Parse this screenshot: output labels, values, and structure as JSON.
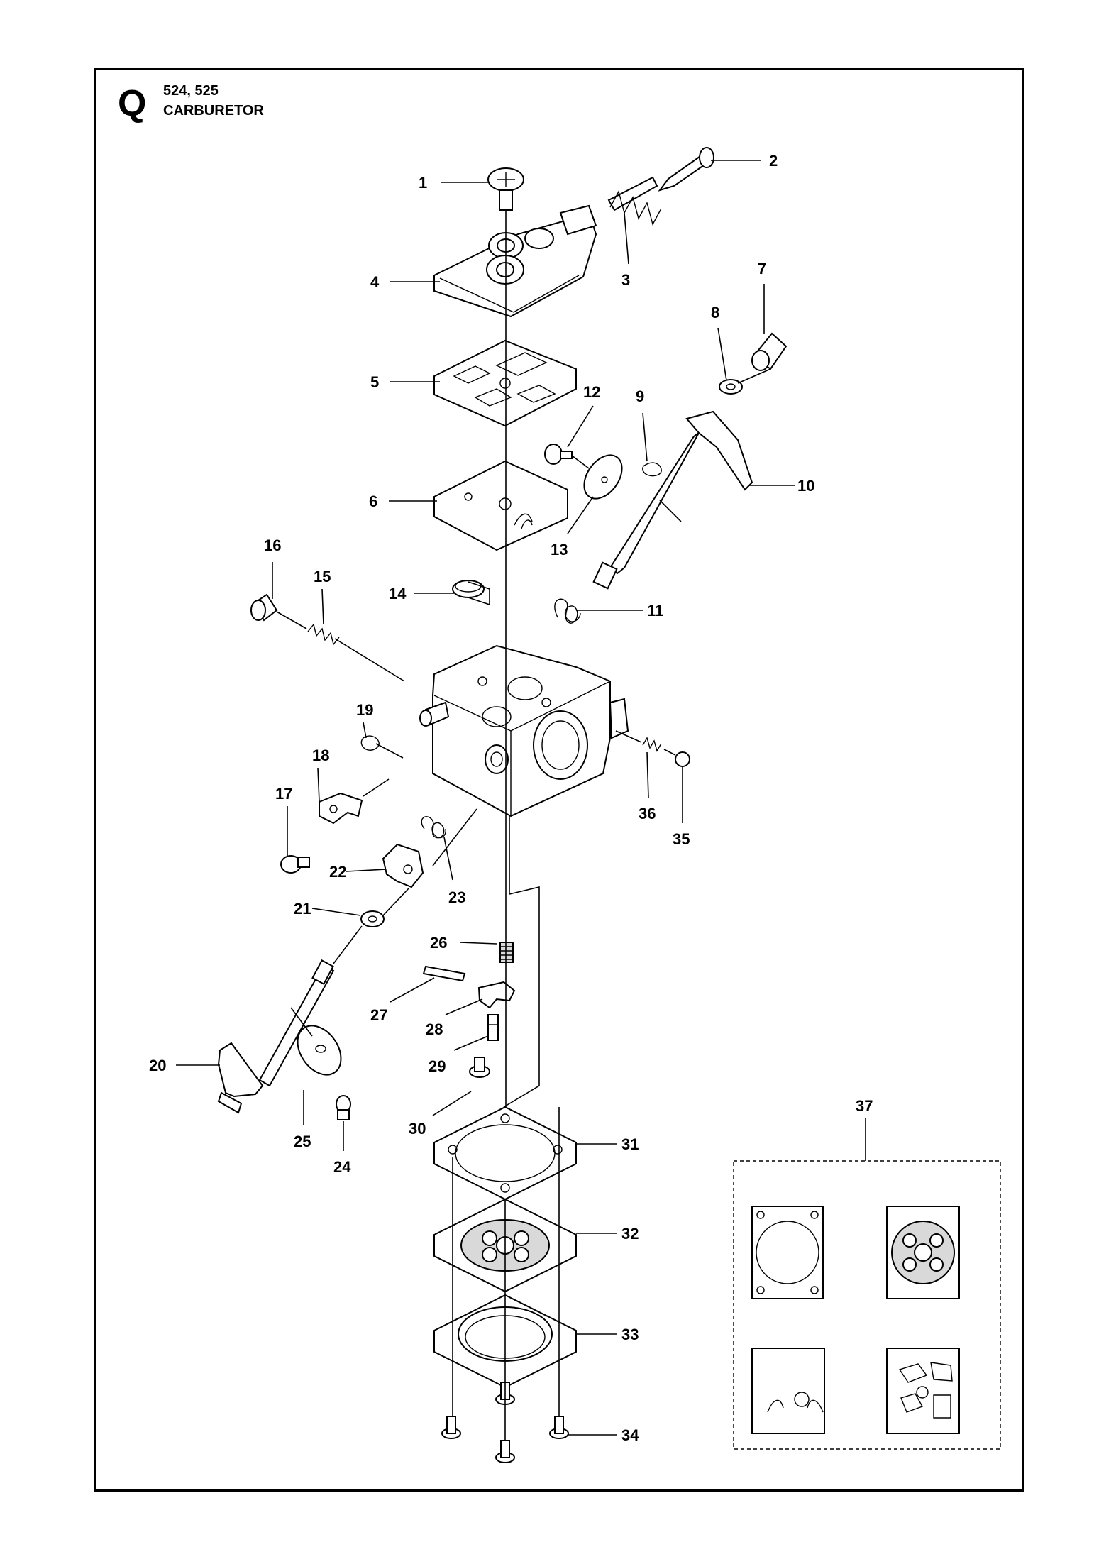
{
  "header": {
    "section_letter": "Q",
    "models": "524, 525",
    "title": "CARBURETOR"
  },
  "callouts": [
    {
      "id": "1",
      "label": "1"
    },
    {
      "id": "2",
      "label": "2"
    },
    {
      "id": "3",
      "label": "3"
    },
    {
      "id": "4",
      "label": "4"
    },
    {
      "id": "5",
      "label": "5"
    },
    {
      "id": "6",
      "label": "6"
    },
    {
      "id": "7",
      "label": "7"
    },
    {
      "id": "8",
      "label": "8"
    },
    {
      "id": "9",
      "label": "9"
    },
    {
      "id": "10",
      "label": "10"
    },
    {
      "id": "11",
      "label": "11"
    },
    {
      "id": "12",
      "label": "12"
    },
    {
      "id": "13",
      "label": "13"
    },
    {
      "id": "14",
      "label": "14"
    },
    {
      "id": "15",
      "label": "15"
    },
    {
      "id": "16",
      "label": "16"
    },
    {
      "id": "17",
      "label": "17"
    },
    {
      "id": "18",
      "label": "18"
    },
    {
      "id": "19",
      "label": "19"
    },
    {
      "id": "20",
      "label": "20"
    },
    {
      "id": "21",
      "label": "21"
    },
    {
      "id": "22",
      "label": "22"
    },
    {
      "id": "23",
      "label": "23"
    },
    {
      "id": "24",
      "label": "24"
    },
    {
      "id": "25",
      "label": "25"
    },
    {
      "id": "26",
      "label": "26"
    },
    {
      "id": "27",
      "label": "27"
    },
    {
      "id": "28",
      "label": "28"
    },
    {
      "id": "29",
      "label": "29"
    },
    {
      "id": "30",
      "label": "30"
    },
    {
      "id": "31",
      "label": "31"
    },
    {
      "id": "32",
      "label": "32"
    },
    {
      "id": "33",
      "label": "33"
    },
    {
      "id": "34",
      "label": "34"
    },
    {
      "id": "35",
      "label": "35"
    },
    {
      "id": "36",
      "label": "36"
    },
    {
      "id": "37",
      "label": "37"
    }
  ]
}
